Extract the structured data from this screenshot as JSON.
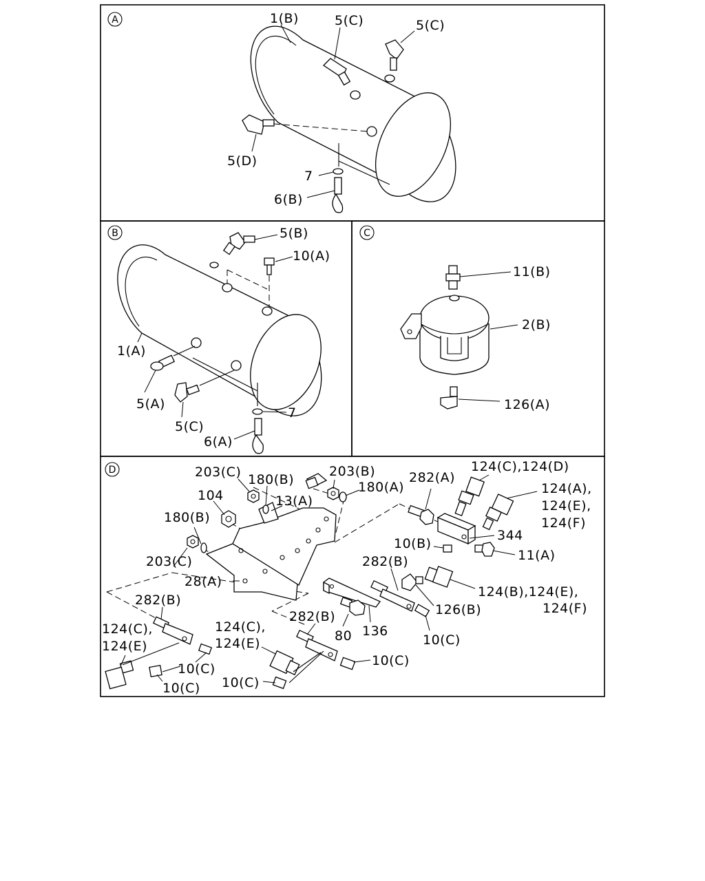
{
  "sections": {
    "a": {
      "marker": "A",
      "labels": {
        "tank": "1(B)",
        "elbow_top_left": "5(C)",
        "elbow_top_right": "5(C)",
        "elbow_side": "5(D)",
        "washer": "7",
        "drain": "6(B)"
      }
    },
    "b": {
      "marker": "B",
      "labels": {
        "elbow_top": "5(B)",
        "bolt": "10(A)",
        "tank": "1(A)",
        "elbow_front": "5(A)",
        "elbow_lower": "5(C)",
        "washer": "7",
        "drain": "6(A)"
      }
    },
    "c": {
      "marker": "C",
      "labels": {
        "connector_top": "11(B)",
        "tank": "2(B)",
        "elbow_bottom": "126(A)"
      }
    },
    "d": {
      "marker": "D",
      "labels": {
        "nut_203c_top": "203(C)",
        "washer_180b_top": "180(B)",
        "nut_203b": "203(B)",
        "spacer_13a": "13(A)",
        "washer_180a": "180(A)",
        "fitting_282a": "282(A)",
        "switch_124cd": "124(C),124(D)",
        "switch_124aef_1": "124(A),",
        "switch_124aef_2": "124(E),",
        "switch_124aef_3": "124(F)",
        "nut_104": "104",
        "washer_180b_left": "180(B)",
        "block_344": "344",
        "plug_10b": "10(B)",
        "connector_11a": "11(A)",
        "nut_203c_left": "203(C)",
        "fitting_282b_mid": "282(B)",
        "bracket_28a": "28(A)",
        "switch_124bef_1": "124(B),124(E),",
        "switch_124bef_2": "124(F)",
        "fitting_282b_left": "282(B)",
        "elbow_126b": "126(B)",
        "switch_124ce_left_1": "124(C),",
        "switch_124ce_left_2": "124(E)",
        "switch_124ce_mid_1": "124(C),",
        "switch_124ce_mid_2": "124(E)",
        "fitting_282b_low": "282(B)",
        "bolt_80": "80",
        "bracket_136": "136",
        "plug_10c_right": "10(C)",
        "plug_10c_left_up": "10(C)",
        "plug_10c_mid": "10(C)",
        "plug_10c_left_low": "10(C)",
        "plug_10c_low": "10(C)"
      }
    }
  }
}
